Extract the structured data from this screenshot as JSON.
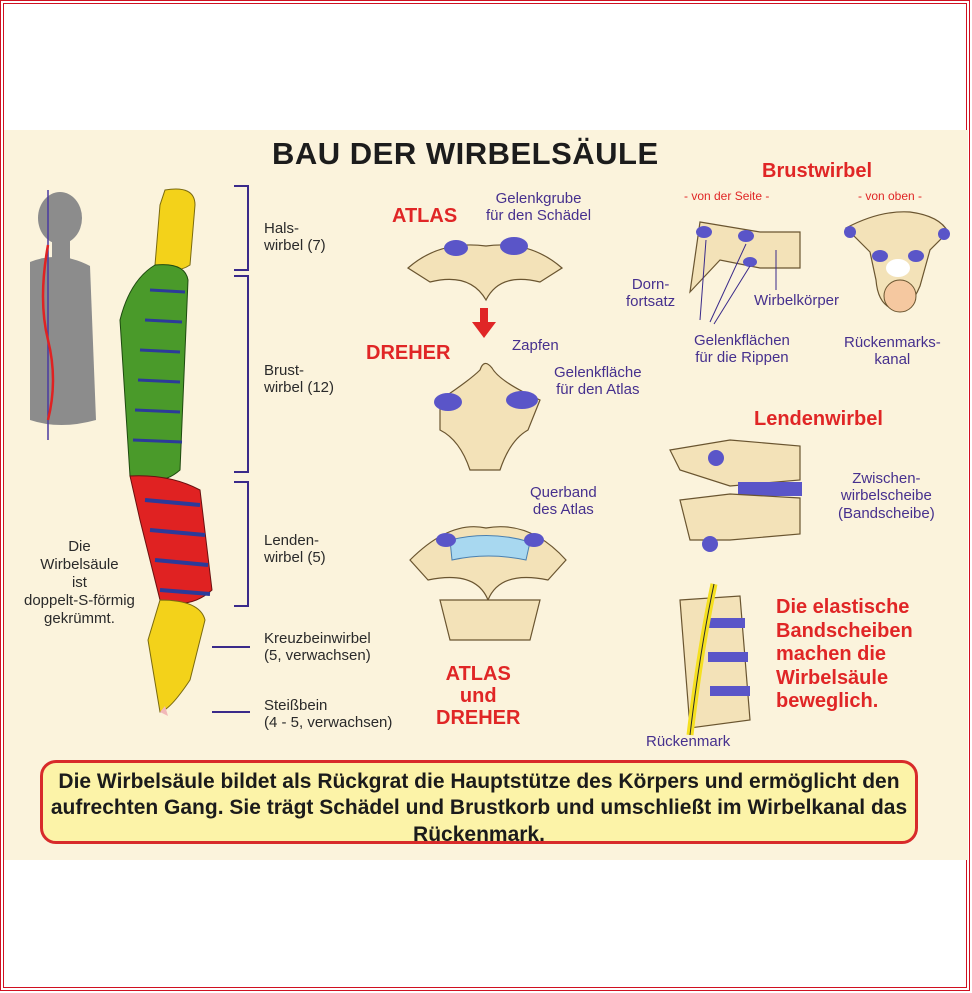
{
  "title": "BAU DER WIRBELSÄULE",
  "spine": {
    "side_note": [
      "Die",
      "Wirbelsäule",
      "ist",
      "doppelt-S-förmig",
      "gekrümmt."
    ],
    "sections": [
      {
        "lines": [
          "Hals-",
          "wirbel (7)"
        ],
        "color": "#f3d21a"
      },
      {
        "lines": [
          "Brust-",
          "wirbel (12)"
        ],
        "color": "#4a9a2a"
      },
      {
        "lines": [
          "Lenden-",
          "wirbel (5)"
        ],
        "color": "#e02222"
      },
      {
        "lines": [
          "Kreuzbeinwirbel",
          "(5, verwachsen)"
        ],
        "color": "#f3d21a"
      },
      {
        "lines": [
          "Steißbein",
          "(4 - 5, verwachsen)"
        ],
        "color": "#f3d21a"
      }
    ]
  },
  "atlas": {
    "title": "ATLAS",
    "label": [
      "Gelenkgrube",
      "für den Schädel"
    ]
  },
  "dreher": {
    "title": "DREHER",
    "label_zapfen": "Zapfen",
    "label_flaeche": [
      "Gelenkfläche",
      "für den Atlas"
    ]
  },
  "atlas_dreher": {
    "title": [
      "ATLAS",
      "und",
      "DREHER"
    ],
    "label": [
      "Querband",
      "des Atlas"
    ]
  },
  "brustwirbel": {
    "title": "Brustwirbel",
    "view_side": "- von der Seite -",
    "view_top": "- von oben -",
    "label_dorn": [
      "Dorn-",
      "fortsatz"
    ],
    "label_koerper": "Wirbelkörper",
    "label_gelenk": [
      "Gelenkflächen",
      "für die Rippen"
    ],
    "label_kanal": [
      "Rückenmarks-",
      "kanal"
    ]
  },
  "lendenwirbel": {
    "title": "Lendenwirbel",
    "label": [
      "Zwischen-",
      "wirbelscheibe",
      "(Bandscheibe)"
    ]
  },
  "rueckenmark": {
    "label": "Rückenmark",
    "note": [
      "Die elastische",
      "Bandscheiben",
      "machen die",
      "Wirbelsäule",
      "beweglich."
    ]
  },
  "summary": "Die Wirbelsäule bildet als Rückgrat die Hauptstütze des Körpers und ermöglicht den aufrechten Gang. Sie trägt Schädel und Brustkorb und umschließt im Wirbelkanal das Rückenmark.",
  "colors": {
    "accent_red": "#e02626",
    "label_purple": "#46308e",
    "bone": "#f3e2b8",
    "joint": "#5a55c8",
    "box_fill": "#fcf3a8"
  }
}
